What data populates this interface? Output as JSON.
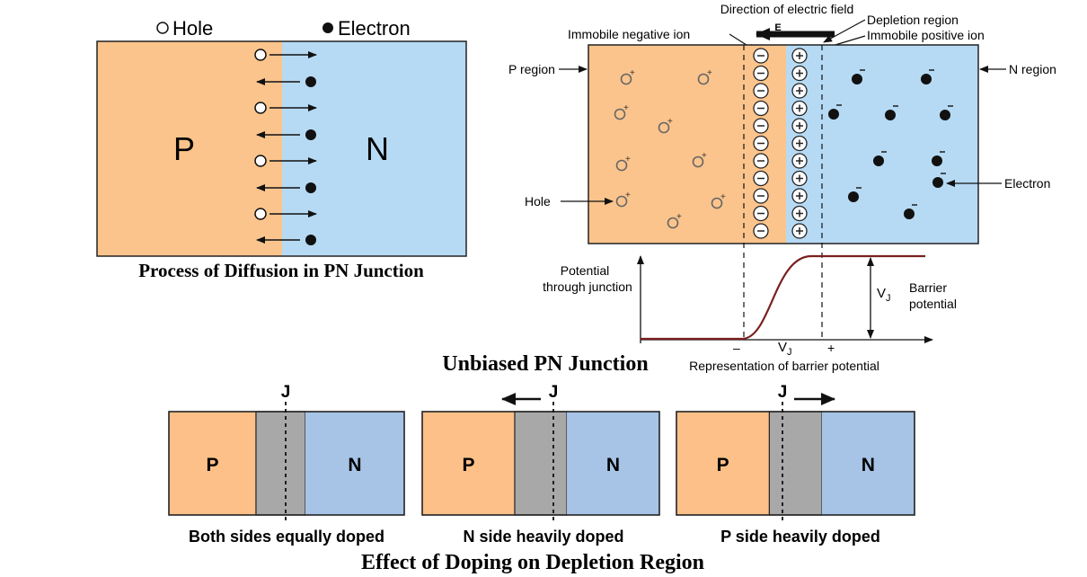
{
  "colors": {
    "p_region": "#FBC48C",
    "n_region": "#B6DAF4",
    "p_region_bottom": "#FCC088",
    "n_region_bottom": "#A7C4E7",
    "depletion_gray": "#A8A8A8",
    "curve": "#7A2020",
    "outline": "#222222",
    "ion_circle": "#666666"
  },
  "icons": {
    "hole": "hollow-circle-icon",
    "electron": "filled-circle-icon",
    "negative_ion": "circled-minus-icon",
    "positive_ion": "circled-plus-icon",
    "arrow": "arrow-icon"
  },
  "diffusion": {
    "legend_hole": "Hole",
    "legend_electron": "Electron",
    "p_label": "P",
    "n_label": "N",
    "caption": "Process of Diffusion in PN Junction"
  },
  "unbiased": {
    "field_direction_label": "Direction of electric field",
    "field_symbol": "E",
    "depletion_region_label": "Depletion region",
    "immobile_positive_label": "Immobile positive ion",
    "immobile_negative_label": "Immobile negative ion",
    "p_region_label": "P region",
    "n_region_label": "N region",
    "hole_label": "Hole",
    "electron_label": "Electron",
    "potential_label_line1": "Potential",
    "potential_label_line2": "through junction",
    "vj_label": "V",
    "vj_sub": "J",
    "barrier_line1": "Barrier",
    "barrier_line2": "potential",
    "minus_sign": "–",
    "plus_sign": "+",
    "representation_label": "Representation of barrier potential",
    "title": "Unbiased PN Junction",
    "ion_count": 11
  },
  "doping": {
    "junction_label": "J",
    "p_label": "P",
    "n_label": "N",
    "panels": [
      {
        "caption": "Both sides equally doped",
        "p_frac": 0.37,
        "gray_frac": 0.21
      },
      {
        "caption": "N side heavily doped",
        "p_frac": 0.39,
        "gray_frac": 0.22
      },
      {
        "caption": "P side heavily doped",
        "p_frac": 0.39,
        "gray_frac": 0.22
      }
    ],
    "title": "Effect of Doping on Depletion Region"
  }
}
